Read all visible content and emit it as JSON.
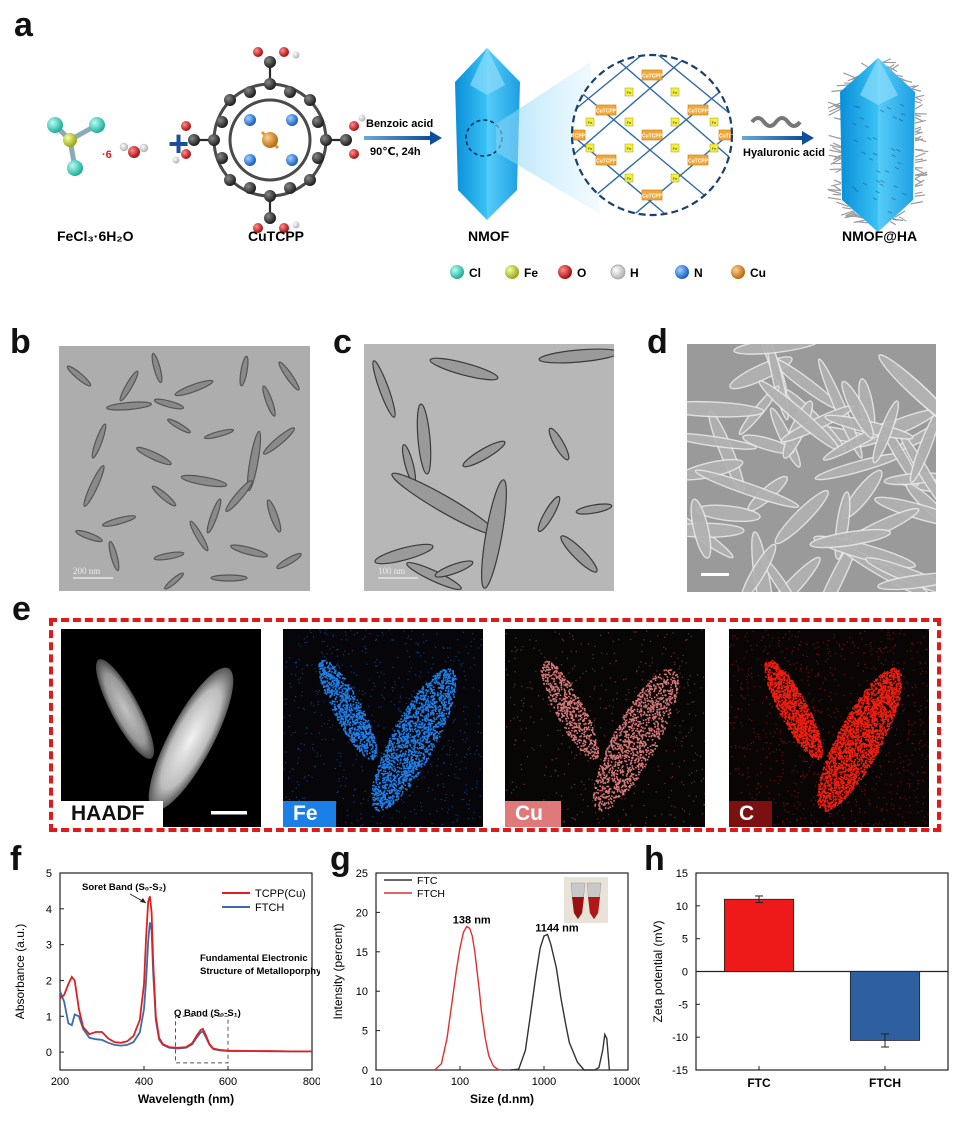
{
  "panels": {
    "a": "a",
    "b": "b",
    "c": "c",
    "d": "d",
    "e": "e",
    "f": "f",
    "g": "g",
    "h": "h"
  },
  "scheme": {
    "fecl3_label": "FeCl₃·6H₂O",
    "multiplier": "·6",
    "cutcpp_label": "CuTCPP",
    "cutcpp_node": "CuTCPP",
    "node_fe": "Fe",
    "step1_top": "Benzoic acid",
    "step1_bottom": "90℃, 24h",
    "nmof_label": "NMOF",
    "step2_label": "Hyaluronic acid",
    "nmofha_label": "NMOF@HA",
    "legend": [
      {
        "label": "Cl",
        "color": "#3ccdb9"
      },
      {
        "label": "Fe",
        "color": "#c8d23c"
      },
      {
        "label": "O",
        "color": "#d42a2a"
      },
      {
        "label": "H",
        "color": "#e6e6e6"
      },
      {
        "label": "N",
        "color": "#2f7fe0"
      },
      {
        "label": "Cu",
        "color": "#e0962a"
      }
    ]
  },
  "micrographs": {
    "b_scale": "200 nm",
    "c_scale": "100 nm"
  },
  "eds": {
    "haadf": "HAADF",
    "fe": "Fe",
    "cu": "Cu",
    "c": "C"
  },
  "charts": {
    "f": {
      "xlabel": "Wavelength (nm)",
      "ylabel": "Absorbance (a.u.)",
      "annot_soret": "Soret Band (S₀-S₂)",
      "annot_q": "Q Band (S₀-S₁)",
      "annot_fund1": "Fundamental Electronic",
      "annot_fund2": "Structure of Metalloporphyrin"
    },
    "g": {
      "xlabel": "Size (d.nm)",
      "ylabel": "Intensity (percent)",
      "peak1": "138 nm",
      "peak2": "1144 nm"
    },
    "h": {
      "ylabel": "Zeta potential (mV)"
    }
  },
  "chart_data": [
    {
      "type": "line",
      "xlabel": "Wavelength (nm)",
      "ylabel": "Absorbance (a.u.)",
      "xlim": [
        200,
        800
      ],
      "ylim": [
        -0.5,
        5
      ],
      "xticks": [
        200,
        400,
        600,
        800
      ],
      "yticks": [
        0,
        1,
        2,
        3,
        4,
        5
      ],
      "legend_position": "top-right",
      "series": [
        {
          "name": "TCPP(Cu)",
          "color": "#e02020",
          "x": [
            200,
            210,
            220,
            228,
            235,
            245,
            255,
            270,
            285,
            300,
            315,
            330,
            345,
            360,
            375,
            390,
            400,
            405,
            410,
            414,
            418,
            422,
            428,
            436,
            445,
            460,
            480,
            500,
            515,
            525,
            535,
            540,
            548,
            556,
            565,
            580,
            600,
            650,
            700,
            750,
            800
          ],
          "y": [
            1.5,
            1.6,
            1.9,
            2.1,
            2.0,
            1.2,
            0.7,
            0.5,
            0.56,
            0.56,
            0.38,
            0.28,
            0.26,
            0.3,
            0.45,
            0.9,
            1.9,
            3.2,
            4.2,
            4.35,
            3.9,
            2.5,
            1.0,
            0.4,
            0.22,
            0.14,
            0.12,
            0.14,
            0.25,
            0.45,
            0.62,
            0.65,
            0.45,
            0.22,
            0.1,
            0.06,
            0.04,
            0.03,
            0.03,
            0.02,
            0.02
          ]
        },
        {
          "name": "FTCH",
          "color": "#3a6db0",
          "x": [
            200,
            210,
            220,
            228,
            235,
            245,
            255,
            270,
            285,
            300,
            315,
            330,
            345,
            360,
            375,
            390,
            400,
            405,
            410,
            414,
            418,
            422,
            428,
            436,
            445,
            460,
            480,
            500,
            515,
            525,
            535,
            540,
            548,
            556,
            565,
            580,
            600,
            650,
            700,
            750,
            800
          ],
          "y": [
            1.7,
            1.4,
            0.8,
            0.75,
            1.05,
            1.0,
            0.65,
            0.4,
            0.36,
            0.34,
            0.26,
            0.2,
            0.18,
            0.2,
            0.28,
            0.55,
            1.2,
            2.0,
            3.1,
            3.62,
            3.4,
            2.2,
            0.9,
            0.35,
            0.2,
            0.12,
            0.1,
            0.12,
            0.22,
            0.4,
            0.55,
            0.58,
            0.4,
            0.2,
            0.08,
            0.05,
            0.03,
            0.03,
            0.02,
            0.02,
            0.02
          ]
        }
      ]
    },
    {
      "type": "line",
      "xlabel": "Size (d.nm)",
      "ylabel": "Intensity (percent)",
      "xscale": "log",
      "xlim": [
        10,
        10000
      ],
      "ylim": [
        0,
        25
      ],
      "xticks": [
        10,
        100,
        1000,
        10000
      ],
      "yticks": [
        0,
        5,
        10,
        15,
        20,
        25
      ],
      "legend_position": "top-left",
      "series": [
        {
          "name": "FTC",
          "color": "#333333",
          "x": [
            400,
            500,
            600,
            700,
            800,
            900,
            1000,
            1100,
            1200,
            1400,
            1600,
            1800,
            2000,
            2500,
            3000,
            3500,
            4000,
            4500,
            5000,
            5300,
            5600,
            6000
          ],
          "y": [
            0,
            0.1,
            2.5,
            7.5,
            12.0,
            15.5,
            17.0,
            17.2,
            16.0,
            13.0,
            9.0,
            6.0,
            3.5,
            1.0,
            0.0,
            0.0,
            0.0,
            0.3,
            2.5,
            4.5,
            4.0,
            0
          ]
        },
        {
          "name": "FTCH",
          "color": "#e03030",
          "x": [
            50,
            60,
            70,
            80,
            90,
            100,
            110,
            120,
            130,
            140,
            150,
            160,
            170,
            180,
            200,
            220,
            250,
            280,
            300
          ],
          "y": [
            0,
            0.8,
            4.0,
            8.5,
            12.5,
            15.5,
            17.5,
            18.2,
            18.0,
            17.0,
            15.0,
            12.5,
            10.0,
            7.5,
            4.0,
            1.8,
            0.5,
            0.1,
            0
          ]
        }
      ]
    },
    {
      "type": "bar",
      "categories": [
        "FTC",
        "FTCH"
      ],
      "values": [
        11.0,
        -10.5
      ],
      "errors": [
        0.5,
        1.0
      ],
      "colors": [
        "#ee1a1a",
        "#2e5fa0"
      ],
      "ylabel": "Zeta potential (mV)",
      "ylim": [
        -15,
        15
      ],
      "yticks": [
        -15,
        -10,
        -5,
        0,
        5,
        10,
        15
      ]
    }
  ]
}
